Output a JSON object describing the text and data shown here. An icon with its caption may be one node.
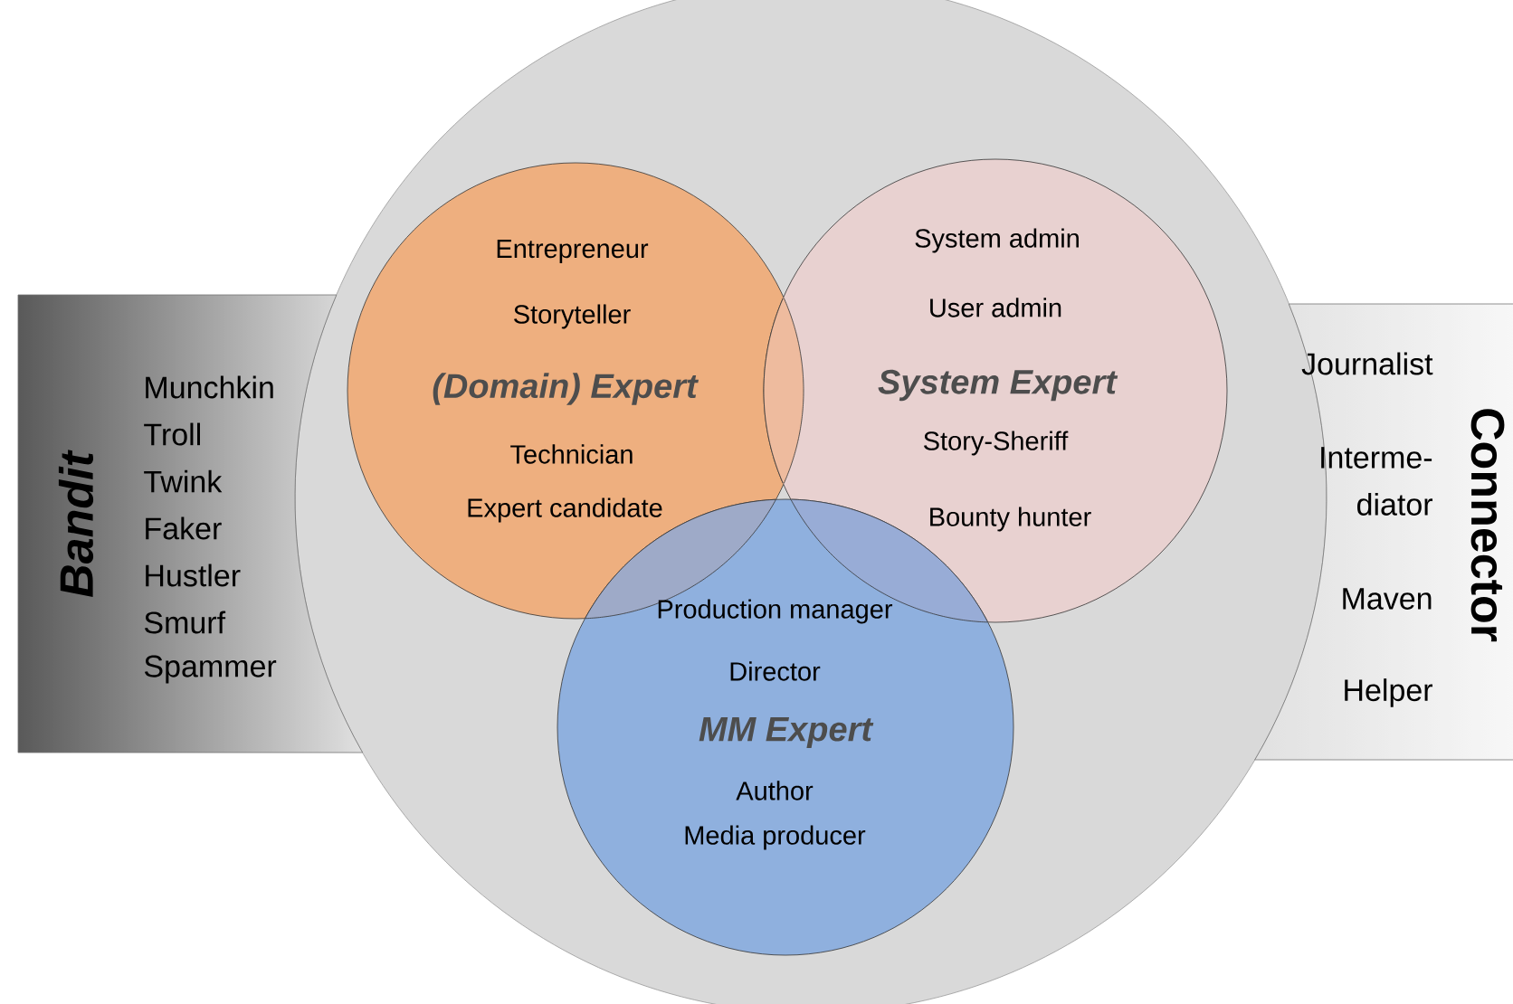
{
  "diagram": {
    "nodes": [
      {
        "text": [
          "Bandit",
          "Munchkin",
          "Troll",
          "Twink",
          "Faker",
          "Hustler",
          "Smurf",
          "Spammer"
        ]
      },
      {
        "text": [
          "Journalist",
          "Interme- diator",
          "Maven",
          "Helper",
          "Connector"
        ]
      },
      {
        "text": [],
        "shape": "circle"
      },
      {
        "text": [
          "Entrepreneur",
          "Storyteller",
          "(Domain) Expert",
          "Technician",
          "Expert candidate"
        ],
        "in": 2
      },
      {
        "text": [
          "System admin",
          "User admin",
          "System Expert",
          "Story-Sheriff",
          "Bounty hunter"
        ],
        "in": 2
      },
      {
        "text": [
          "Production manager",
          "Director",
          "MM Expert",
          "Author",
          "Media producer"
        ],
        "in": 2
      }
    ]
  }
}
